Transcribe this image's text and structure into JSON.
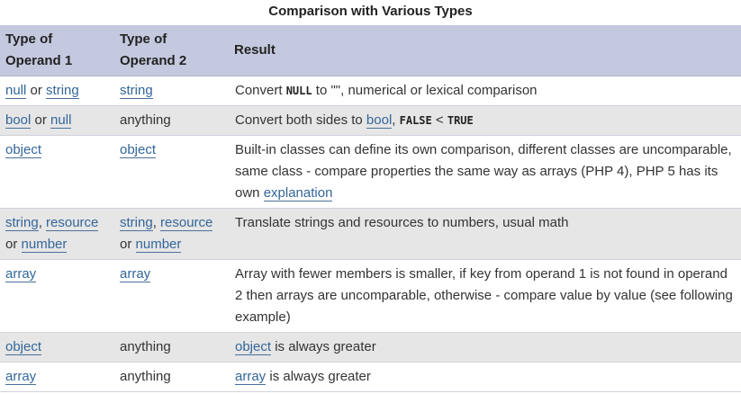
{
  "caption": "Comparison with Various Types",
  "headers": {
    "col1": "Type of Operand 1",
    "col2": "Type of Operand 2",
    "col3": "Result"
  },
  "rows": [
    {
      "op1": [
        {
          "t": "link",
          "v": "null"
        },
        {
          "t": "text",
          "v": " or "
        },
        {
          "t": "link",
          "v": "string"
        }
      ],
      "op2": [
        {
          "t": "link",
          "v": "string"
        }
      ],
      "result": [
        {
          "t": "text",
          "v": "Convert "
        },
        {
          "t": "kw",
          "v": "NULL"
        },
        {
          "t": "text",
          "v": " to \"\", numerical or lexical comparison"
        }
      ]
    },
    {
      "op1": [
        {
          "t": "link",
          "v": "bool"
        },
        {
          "t": "text",
          "v": " or "
        },
        {
          "t": "link",
          "v": "null"
        }
      ],
      "op2": [
        {
          "t": "text",
          "v": "anything"
        }
      ],
      "result": [
        {
          "t": "text",
          "v": "Convert both sides to "
        },
        {
          "t": "link",
          "v": "bool"
        },
        {
          "t": "text",
          "v": ", "
        },
        {
          "t": "kw",
          "v": "FALSE"
        },
        {
          "t": "text",
          "v": " < "
        },
        {
          "t": "kw",
          "v": "TRUE"
        }
      ]
    },
    {
      "op1": [
        {
          "t": "link",
          "v": "object"
        }
      ],
      "op2": [
        {
          "t": "link",
          "v": "object"
        }
      ],
      "result": [
        {
          "t": "text",
          "v": "Built-in classes can define its own comparison, different classes are uncomparable, same class - compare properties the same way as arrays (PHP 4), PHP 5 has its own "
        },
        {
          "t": "link",
          "v": "explanation"
        }
      ]
    },
    {
      "op1": [
        {
          "t": "link",
          "v": "string"
        },
        {
          "t": "text",
          "v": ", "
        },
        {
          "t": "link",
          "v": "resource"
        },
        {
          "t": "text",
          "v": " or "
        },
        {
          "t": "link",
          "v": "number"
        }
      ],
      "op2": [
        {
          "t": "link",
          "v": "string"
        },
        {
          "t": "text",
          "v": ", "
        },
        {
          "t": "link",
          "v": "resource"
        },
        {
          "t": "text",
          "v": " or "
        },
        {
          "t": "link",
          "v": "number"
        }
      ],
      "result": [
        {
          "t": "text",
          "v": "Translate strings and resources to numbers, usual math"
        }
      ]
    },
    {
      "op1": [
        {
          "t": "link",
          "v": "array"
        }
      ],
      "op2": [
        {
          "t": "link",
          "v": "array"
        }
      ],
      "result": [
        {
          "t": "text",
          "v": "Array with fewer members is smaller, if key from operand 1 is not found in operand 2 then arrays are uncomparable, otherwise - compare value by value (see following example)"
        }
      ]
    },
    {
      "op1": [
        {
          "t": "link",
          "v": "object"
        }
      ],
      "op2": [
        {
          "t": "text",
          "v": "anything"
        }
      ],
      "result": [
        {
          "t": "link",
          "v": "object"
        },
        {
          "t": "text",
          "v": " is always greater"
        }
      ]
    },
    {
      "op1": [
        {
          "t": "link",
          "v": "array"
        }
      ],
      "op2": [
        {
          "t": "text",
          "v": "anything"
        }
      ],
      "result": [
        {
          "t": "link",
          "v": "array"
        },
        {
          "t": "text",
          "v": " is always greater"
        }
      ]
    }
  ]
}
